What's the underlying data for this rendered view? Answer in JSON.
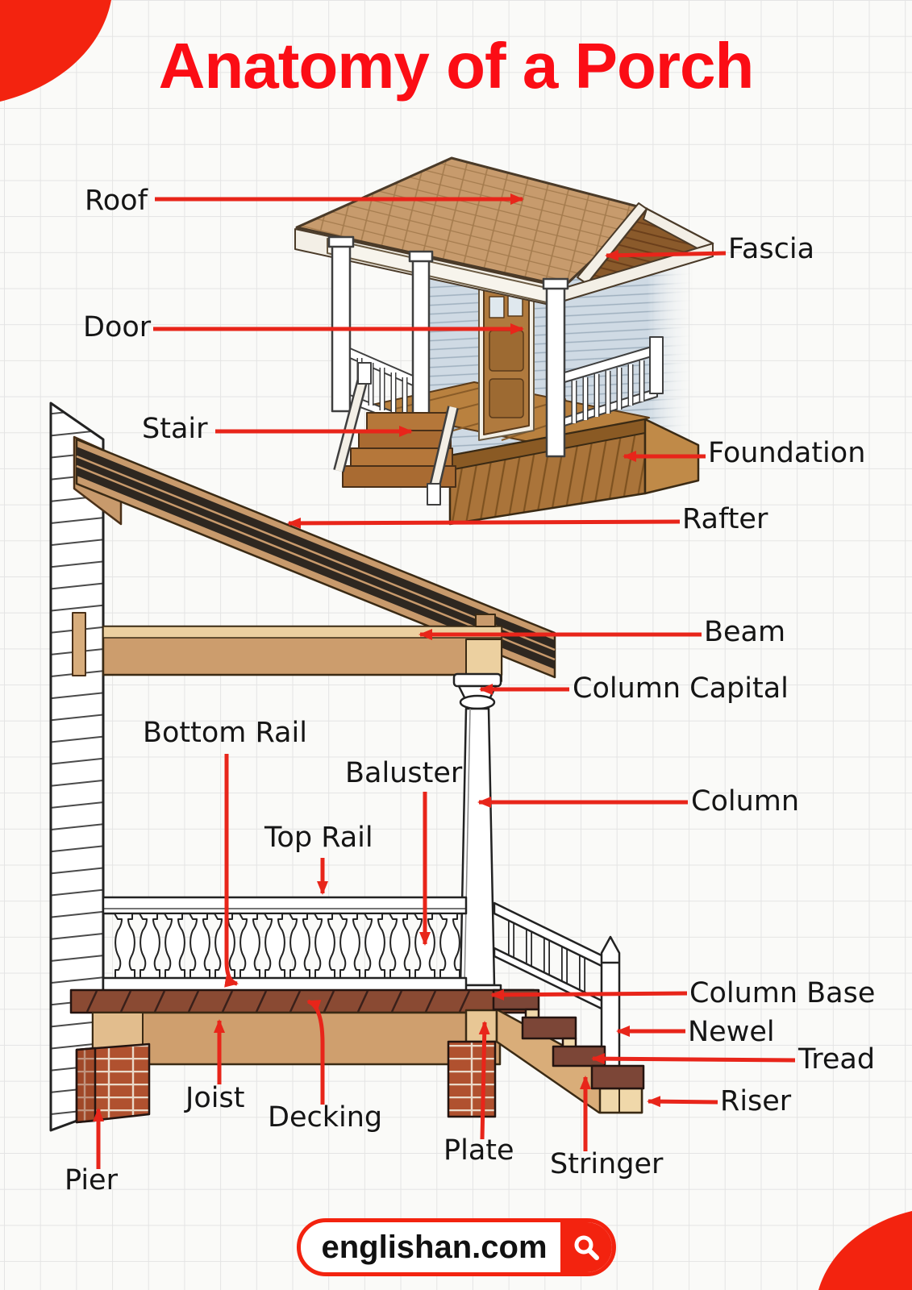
{
  "page": {
    "title": "Anatomy of a Porch",
    "accent_red": "#fb0d15",
    "arrow_red": "#e8251a",
    "background": "#fafaf8",
    "grid_line": "#e4e4e4"
  },
  "footer": {
    "site": "englishan.com",
    "icon": "search-icon"
  },
  "labels": {
    "roof": "Roof",
    "fascia": "Fascia",
    "door": "Door",
    "stair": "Stair",
    "foundation": "Foundation",
    "rafter": "Rafter",
    "beam": "Beam",
    "column_capital": "Column Capital",
    "bottom_rail": "Bottom Rail",
    "baluster": "Baluster",
    "top_rail": "Top Rail",
    "column": "Column",
    "column_base": "Column Base",
    "newel": "Newel",
    "tread": "Tread",
    "riser": "Riser",
    "joist": "Joist",
    "decking": "Decking",
    "plate": "Plate",
    "stringer": "Stringer",
    "pier": "Pier"
  }
}
